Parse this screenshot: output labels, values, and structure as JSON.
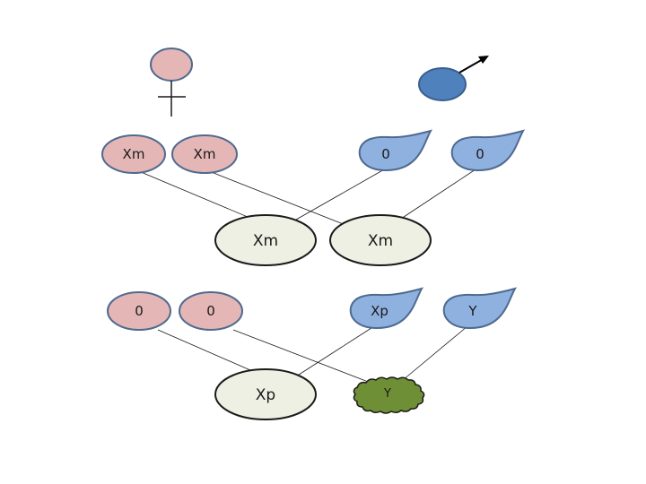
{
  "colors": {
    "egg_fill": "#e4b6b6",
    "egg_stroke": "#4f6a8f",
    "sperm_fill": "#8fb1e0",
    "zygote_fill": "#edf0e2",
    "zygote_stroke": "#1a1a1a",
    "male_fill": "#4f81bd",
    "blob_fill": "#6e8f35"
  },
  "symbols": {
    "female": "female-symbol-icon",
    "male": "male-symbol-icon"
  },
  "row1": {
    "eggs": [
      "Xm",
      "Xm"
    ],
    "sperm": [
      "0",
      "0"
    ],
    "offspring": [
      "Xm",
      "Xm"
    ]
  },
  "row2": {
    "eggs": [
      "0",
      "0"
    ],
    "sperm": [
      "Xp",
      "Y"
    ],
    "offspring": [
      "Xp",
      "Y"
    ]
  }
}
